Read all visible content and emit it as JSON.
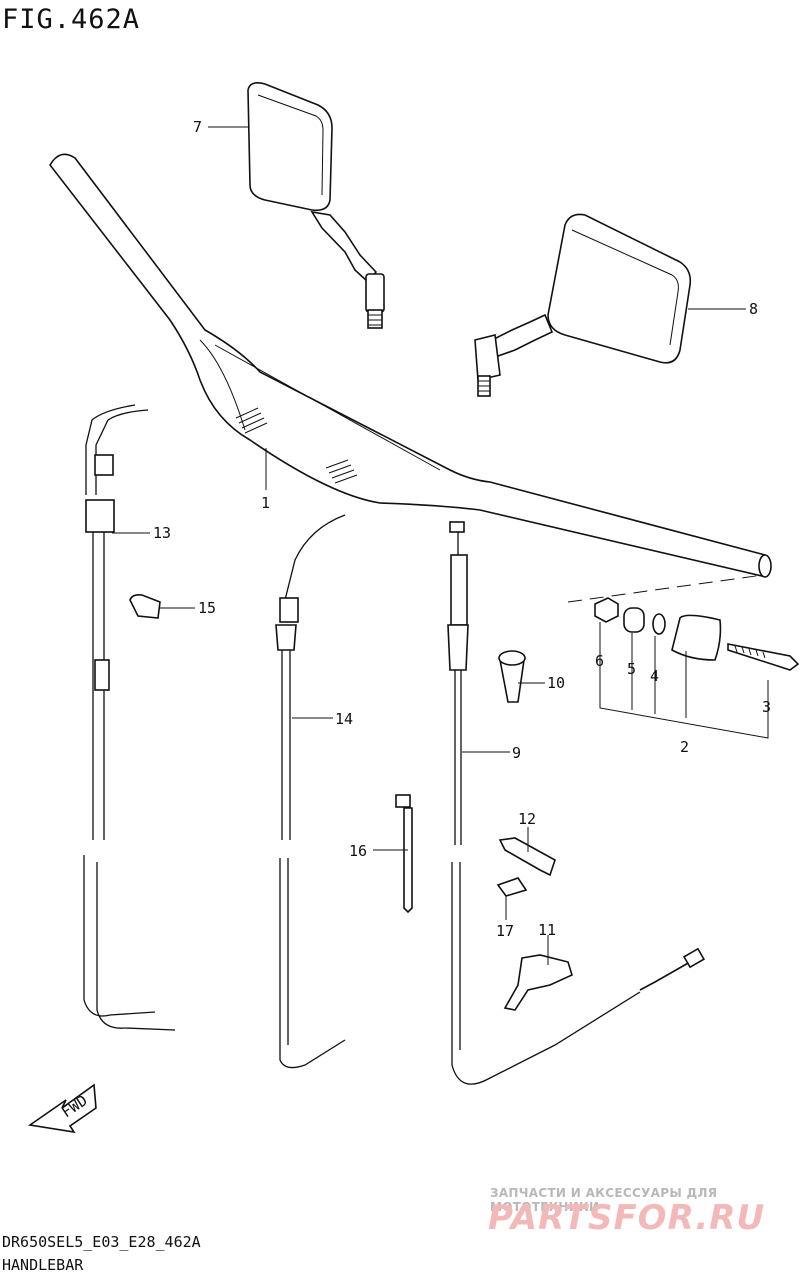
{
  "figure": {
    "title": "FIG.462A"
  },
  "footer": {
    "model_code": "DR650SEL5_E03_E28_462A",
    "section_name": "HANDLEBAR"
  },
  "watermark": {
    "tagline": "ЗАПЧАСТИ И АКСЕССУАРЫ ДЛЯ МОТОТЕХНИКИ",
    "logo": "PARTSFOR.RU"
  },
  "direction_badge": {
    "label": "FWD"
  },
  "callouts": [
    "1",
    "2",
    "3",
    "4",
    "5",
    "6",
    "7",
    "8",
    "9",
    "10",
    "11",
    "12",
    "13",
    "14",
    "15",
    "16",
    "17"
  ]
}
